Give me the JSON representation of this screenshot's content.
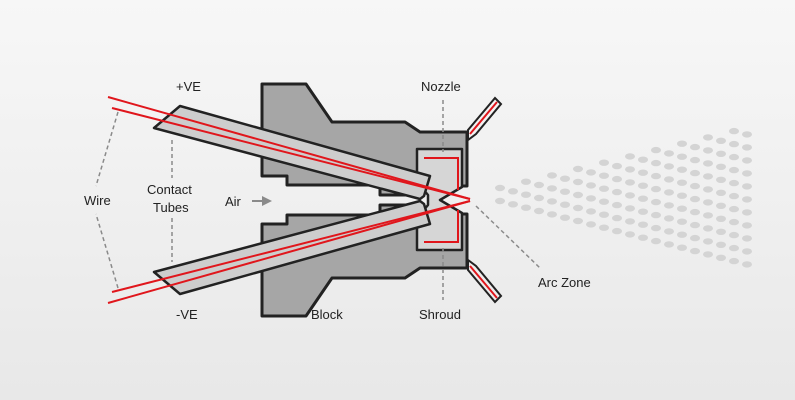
{
  "labels": {
    "positive": "+VE",
    "negative": "-VE",
    "wire": "Wire",
    "contact_line1": "Contact",
    "contact_line2": "Tubes",
    "air": "Air",
    "nozzle": "Nozzle",
    "block": "Block",
    "shroud": "Shroud",
    "arc_zone": "Arc Zone"
  },
  "colors": {
    "background_top": "#f7f7f7",
    "background_bottom": "#e8e8e8",
    "body_fill": "#a6a6a6",
    "tube_fill": "#cdcdcd",
    "outline": "#222222",
    "wire": "#e0161c",
    "leader": "#8a8a8a",
    "spray": "#d4d4d4"
  },
  "icons": {
    "air_arrow": "arrow-right-icon"
  }
}
